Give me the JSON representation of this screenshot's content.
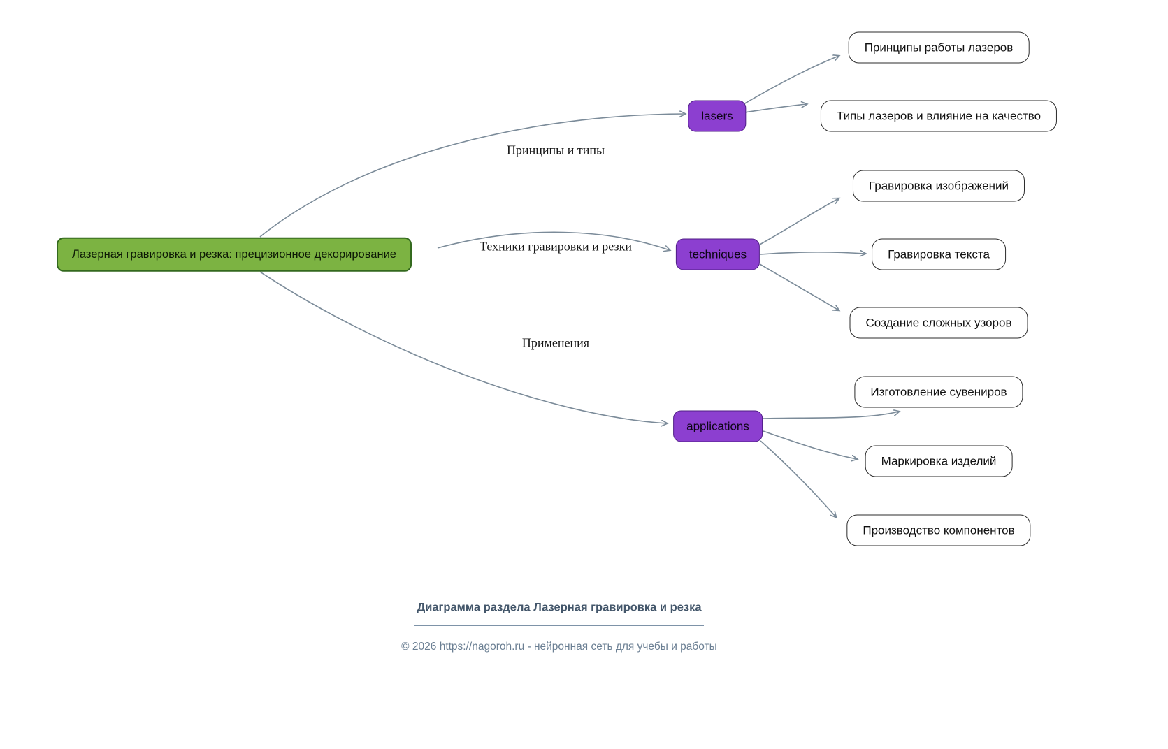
{
  "diagram": {
    "root": {
      "label": "Лазерная гравировка и резка: прецизионное декорирование"
    },
    "branches": [
      {
        "id": "lasers",
        "label": "lasers",
        "edge_label": "Принципы и типы",
        "children": [
          "Принципы работы лазеров",
          "Типы лазеров и влияние на качество"
        ]
      },
      {
        "id": "techniques",
        "label": "techniques",
        "edge_label": "Техники гравировки и резки",
        "children": [
          "Гравировка изображений",
          "Гравировка текста",
          "Создание сложных узоров"
        ]
      },
      {
        "id": "applications",
        "label": "applications",
        "edge_label": "Применения",
        "children": [
          "Изготовление сувениров",
          "Маркировка изделий",
          "Производство компонентов"
        ]
      }
    ]
  },
  "footer": {
    "title": "Диаграмма раздела Лазерная гравировка и резка",
    "copyright": "© 2026 https://nagoroh.ru - нейронная сеть для учебы и работы"
  },
  "colors": {
    "root_fill": "#7cb342",
    "root_border": "#33691e",
    "branch_fill": "#8c3fd0",
    "branch_border": "#4f1d86",
    "leaf_fill": "#ffffff",
    "leaf_border": "#2b2b2b",
    "edge": "#7b8b99",
    "footer_title": "#44576b",
    "footer_text": "#6b7f93"
  }
}
